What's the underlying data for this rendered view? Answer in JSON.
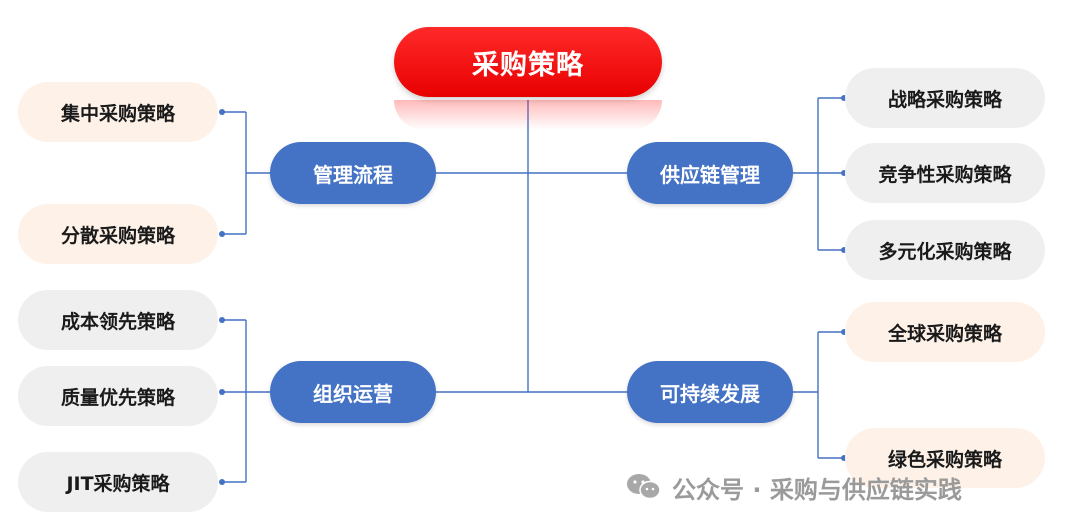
{
  "root": {
    "label": "采购策略"
  },
  "branches": [
    {
      "label": "管理流程"
    },
    {
      "label": "供应链管理"
    },
    {
      "label": "组织运营"
    },
    {
      "label": "可持续发展"
    }
  ],
  "leaves": {
    "management": [
      "集中采购策略",
      "分散采购策略"
    ],
    "supply_chain": [
      "战略采购策略",
      "竞争性采购策略",
      "多元化采购策略"
    ],
    "organization": [
      "成本领先策略",
      "质量优先策略",
      "JIT采购策略"
    ],
    "sustainability": [
      "全球采购策略",
      "绿色采购策略"
    ]
  },
  "watermark": {
    "text": "公众号 · 采购与供应链实践",
    "icon": "wechat-icon"
  },
  "colors": {
    "root": "#e80000",
    "branch": "#4472c4",
    "leaf_peach": "#fdf1e8",
    "leaf_gray": "#efefef",
    "connector": "#4472c4"
  }
}
